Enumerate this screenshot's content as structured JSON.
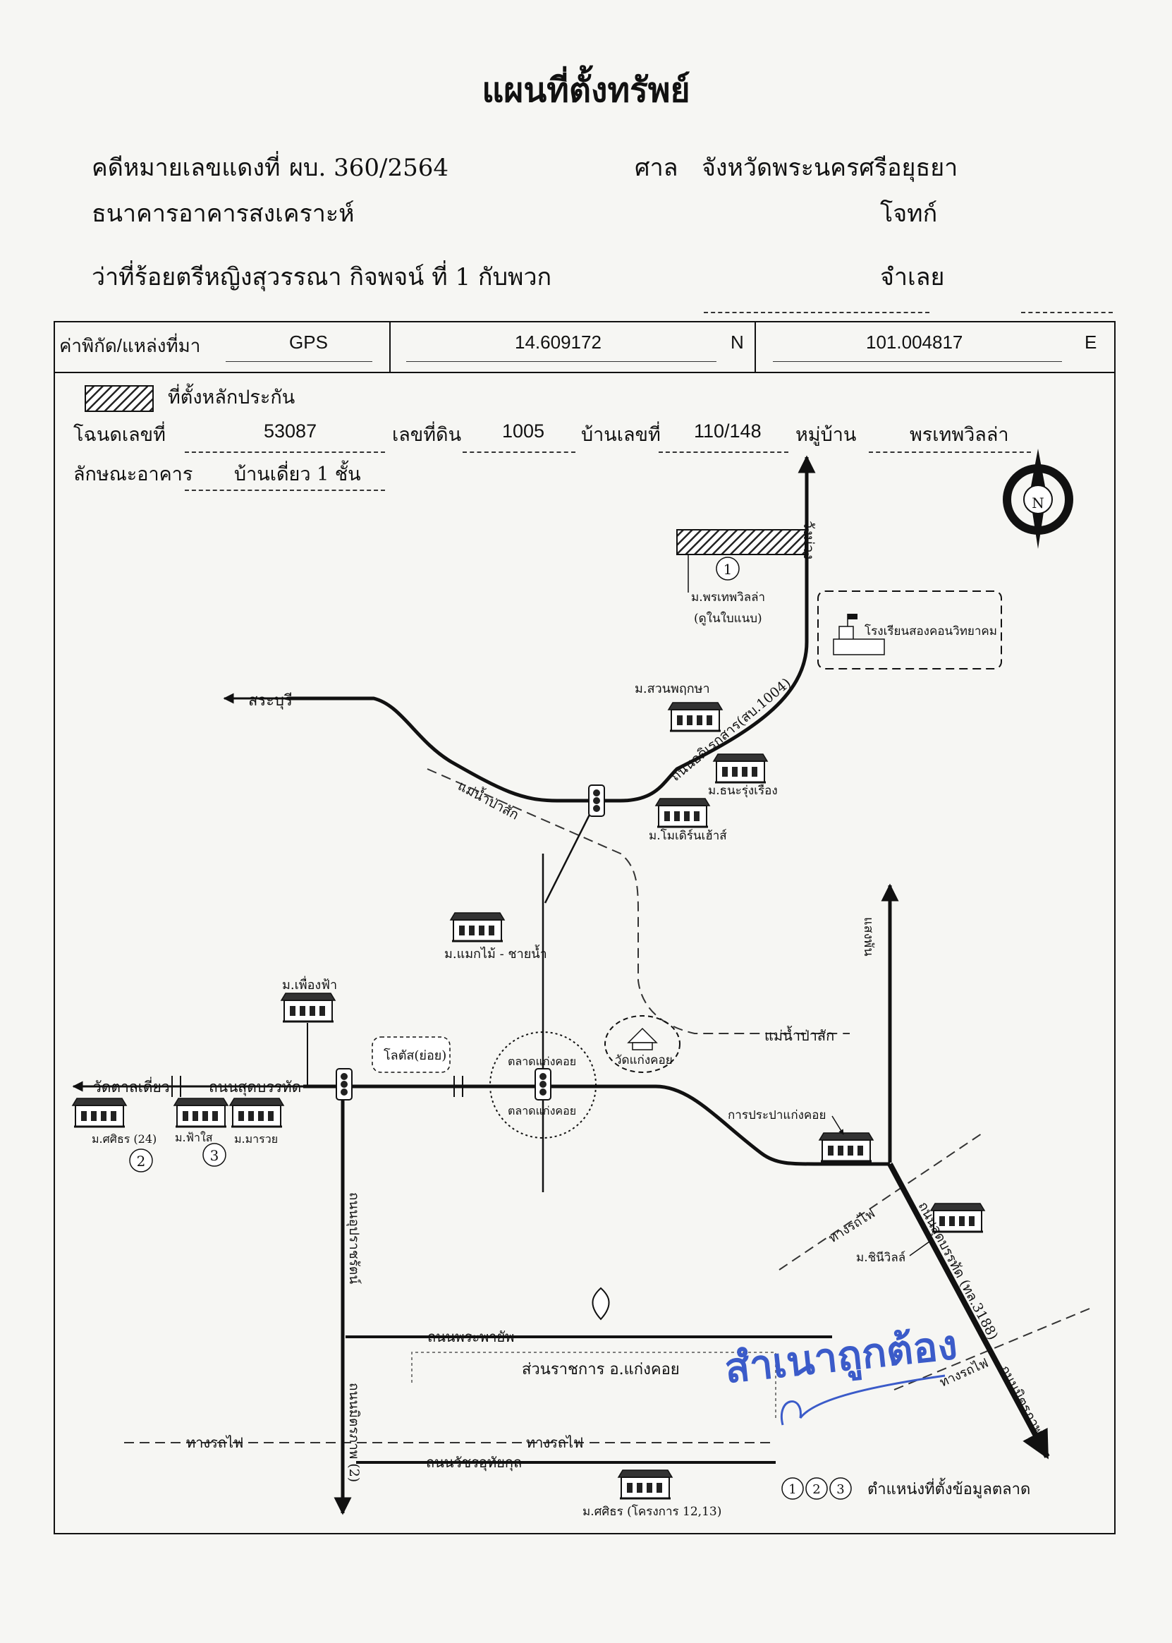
{
  "title": "แผนที่ตั้งทรัพย์",
  "case": {
    "label": "คดีหมายเลขแดงที่",
    "number": "ผบ.  360/2564",
    "court_label": "ศาล",
    "court": "จังหวัดพระนครศรีอยุธยา"
  },
  "plaintiff": {
    "name": "ธนาคารอาคารสงเคราะห์",
    "role": "โจทก์"
  },
  "defendant": {
    "name": "ว่าที่ร้อยตรีหญิงสุวรรณา  กิจพจน์ ที่ 1 กับพวก",
    "role": "จำเลย"
  },
  "coords": {
    "label": "ค่าพิกัด/แหล่งที่มา",
    "source": "GPS",
    "lat": "14.609172",
    "lat_dir": "N",
    "lon": "101.004817",
    "lon_dir": "E"
  },
  "legend": {
    "collateral": "ที่ตั้งหลักประกัน"
  },
  "property": {
    "deed_label": "โฉนดเลขที่",
    "deed": "53087",
    "land_label": "เลขที่ดิน",
    "land": "1005",
    "house_label": "บ้านเลขที่",
    "house": "110/148",
    "village_label": "หมู่บ้าน",
    "village": "พรเทพวิลล่า",
    "building_label": "ลักษณะอาคาร",
    "building": "บ้านเดี่ยว 1 ชั้น"
  },
  "map": {
    "compass": "N",
    "labels": {
      "wang_muang": "วังม่วง",
      "saraburi": "สระบุรี",
      "phonthep": "ม.พรเทพวิลล่า",
      "see_attach": "(ดูในใบแนบ)",
      "school": "โรงเรียนสองคอนวิทยาคม",
      "suan_phruksa": "ม.สวนพฤกษา",
      "road_1004": "ถนนอดิเรกสาร(สบ.1004)",
      "thana": "ม.ธนะรุ่งเรือง",
      "modern": "ม.โมเดิร์นเฮ้าส์",
      "river1": "แม่น้ำป่าสัก",
      "maekmai": "ม.แมกไม้ - ชายน้ำ",
      "phueangfa": "ม.เพื่องฟ้า",
      "lotus": "โลตัส(ย่อย)",
      "market": "ตลาดแก่งคอย",
      "wat": "วัดแก่งคอย",
      "river2": "แม่น้ำป่าสัก",
      "saeng_phan": "แสงพัน",
      "wat_tanlian": "วัดตาลเดี่ยว",
      "sutbanthat": "ถนนสุดบรรทัด",
      "sirin24": "ม.ศศิธร (24)",
      "fai": "ม.ฟ้าใส",
      "marui": "ม.มารวย",
      "waterworks": "การประปาแก่งคอย",
      "railway_a": "ทางรถไฟ",
      "chinivilla": "ม.ชินีวิลล์",
      "sutbanthat2": "ถนนสุดบรรทัด (ทล.3188)",
      "mittraphap_r": "ถนนมิตรภาพ",
      "railway_b": "ทางรถไฟ",
      "uprat": "ถนนอุปราชรัตน์",
      "phraphayap": "ถนนพระพายัพ",
      "government": "ส่วนราชการ อ.แก่งคอย",
      "railway_c": "ทางรถไฟ",
      "railway_d": "ทางรถไฟ",
      "mittraphap2": "ถนนมิตรภาพ (2)",
      "watchara": "ถนนวัชรอุทัยกุล",
      "sirin_proj": "ม.ศศิธร (โครงการ 12,13)",
      "market_points": "ตำแหน่งที่ตั้งข้อมูลตลาด"
    },
    "markers": [
      "1",
      "2",
      "3"
    ],
    "stamp": "สำเนาถูกต้อง"
  },
  "colors": {
    "stamp": "#3b5bc9",
    "ink": "#111111"
  }
}
